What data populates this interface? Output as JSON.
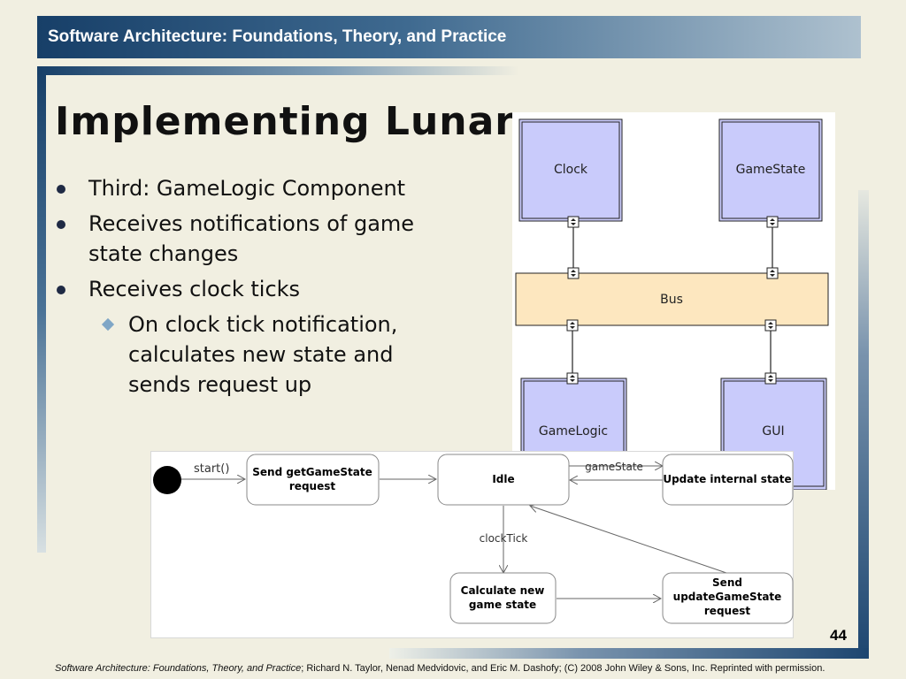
{
  "header": {
    "title": "Software Architecture: Foundations, Theory, and Practice"
  },
  "slide": {
    "title": "Implementing Lunar",
    "bullets": [
      "Third: GameLogic Component",
      "Receives notifications of game state changes",
      "Receives clock ticks"
    ],
    "sub_bullets": [
      "On clock tick notification, calculates new state and sends request up"
    ],
    "page_number": "44"
  },
  "component_diagram": {
    "components": [
      "Clock",
      "GameState",
      "Bus",
      "GameLogic",
      "GUI"
    ],
    "colors": {
      "component_fill": "#c9cbfb",
      "bus_fill": "#fde7bf"
    }
  },
  "state_diagram": {
    "states": [
      "Send getGameState request",
      "Idle",
      "Update internal state",
      "Calculate new game state",
      "Send updateGameState request"
    ],
    "transitions": [
      "start()",
      "gameState",
      "clockTick"
    ]
  },
  "footer": {
    "book": "Software Architecture: Foundations, Theory, and Practice",
    "rest": "; Richard N. Taylor, Nenad Medvidovic, and Eric M. Dashofy; (C) 2008 John Wiley & Sons, Inc. Reprinted with permission."
  }
}
